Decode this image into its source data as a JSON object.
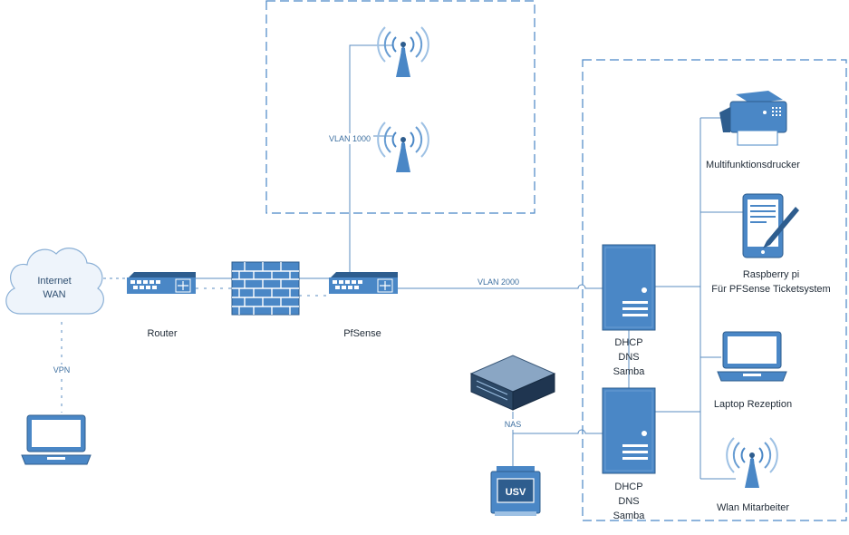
{
  "colors": {
    "line": "#5b8dc0",
    "icon_fill": "#4a87c6",
    "icon_dark": "#2e5d8e",
    "icon_light": "#eaf2fa",
    "cloud_fill": "#eef4fb",
    "dash": "#4a87c6",
    "text": "#1f2a36"
  },
  "nodes": {
    "cloud": {
      "line1": "Internet",
      "line2": "WAN",
      "icon": "cloud-icon"
    },
    "vpn": {
      "label": "VPN"
    },
    "vpn_laptop": {
      "icon": "laptop-icon"
    },
    "router": {
      "label": "Router",
      "icon": "router-icon"
    },
    "firewall": {
      "icon": "firewall-icon"
    },
    "pfsense": {
      "label": "PfSense",
      "icon": "switch-icon"
    },
    "vlan1000": {
      "label": "VLAN 1000"
    },
    "vlan2000": {
      "label": "VLAN 2000"
    },
    "access_point_1": {
      "icon": "wireless-ap-icon"
    },
    "access_point_2": {
      "icon": "wireless-ap-icon"
    },
    "server_1": {
      "line1": "DHCP",
      "line2": "DNS",
      "line3": "Samba",
      "icon": "server-icon"
    },
    "server_2": {
      "line1": "DHCP",
      "line2": "DNS",
      "line3": "Samba",
      "icon": "server-icon"
    },
    "nas": {
      "label": "NAS",
      "icon": "nas-icon"
    },
    "usv": {
      "label": "USV",
      "icon": "ups-icon"
    },
    "printer": {
      "label": "Multifunktionsdrucker",
      "icon": "printer-icon"
    },
    "raspberry": {
      "line1": "Raspberry pi",
      "line2": "Für PFSense Ticketsystem",
      "icon": "tablet-icon"
    },
    "laptop_reception": {
      "label": "Laptop Rezeption",
      "icon": "laptop-icon"
    },
    "wlan_staff": {
      "label": "Wlan Mitarbeiter",
      "icon": "wireless-ap-icon"
    }
  }
}
